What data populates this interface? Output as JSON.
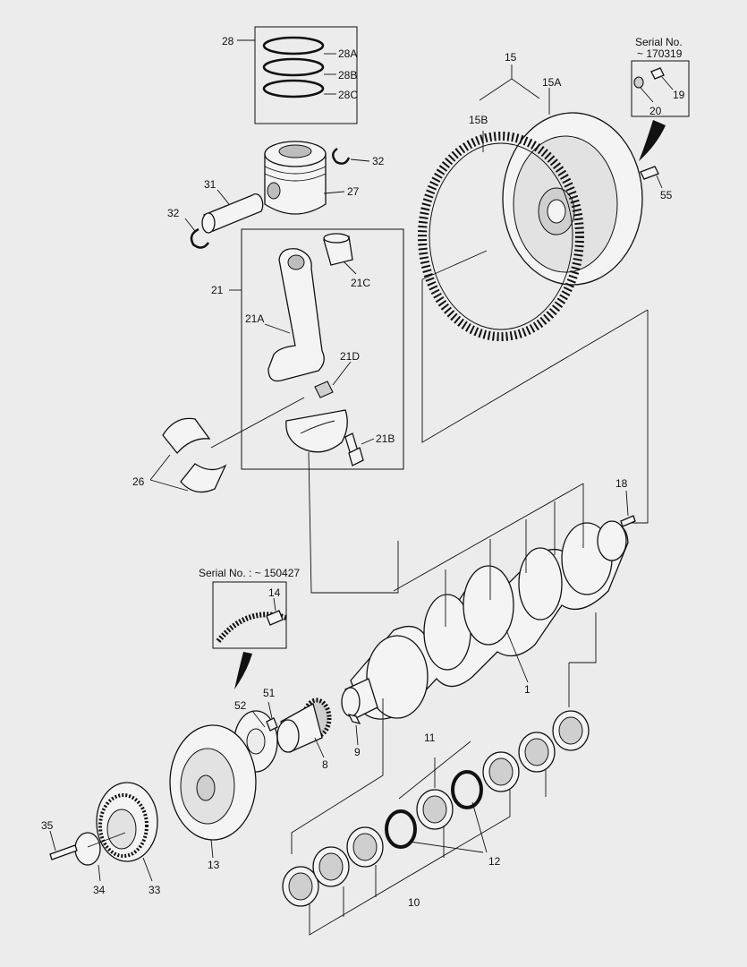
{
  "diagram": {
    "type": "exploded parts diagram",
    "background": "#ececec",
    "line_color": "#111111",
    "serial_notes": {
      "flywheel_bolt": {
        "line1": "Serial No.",
        "line2": "~ 170319"
      },
      "damper_bolt": {
        "line1": "Serial No. : ~ 150427"
      }
    },
    "callouts": {
      "c1": "1",
      "c8": "8",
      "c9": "9",
      "c10": "10",
      "c11": "11",
      "c12": "12",
      "c13": "13",
      "c14": "14",
      "c15": "15",
      "c15a": "15A",
      "c15b": "15B",
      "c18": "18",
      "c19": "19",
      "c20": "20",
      "c21": "21",
      "c21a": "21A",
      "c21b": "21B",
      "c21c": "21C",
      "c21d": "21D",
      "c26": "26",
      "c27": "27",
      "c28": "28",
      "c28a": "28A",
      "c28b": "28B",
      "c28c": "28C",
      "c31": "31",
      "c32a": "32",
      "c32b": "32",
      "c33": "33",
      "c34": "34",
      "c35": "35",
      "c51": "51",
      "c52": "52",
      "c55": "55"
    }
  }
}
